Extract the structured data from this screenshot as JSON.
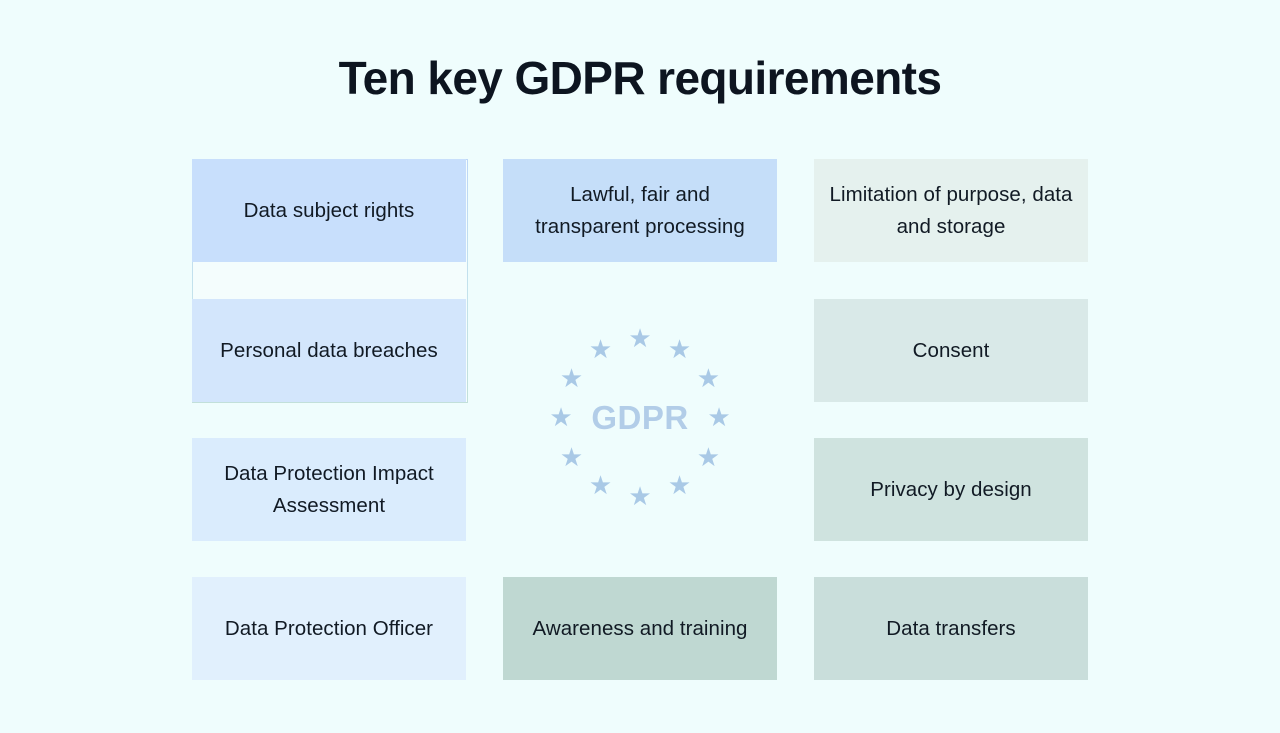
{
  "header": {
    "title": "Ten key GDPR requirements"
  },
  "canvas": {
    "background_color": "#effdfd",
    "title_color": "#0d1520",
    "label_color": "#111a24"
  },
  "center_logo": {
    "text": "GDPR",
    "star_count": 12,
    "star_glyph": "★",
    "star_color": "#a9c9e6",
    "text_color": "#b2cde8",
    "background_color": "#f4fdfd",
    "border_color_top": "#bdd7f7",
    "border_color_bottom": "#c2e0da"
  },
  "tiles": [
    {
      "id": "data-subject-rights",
      "label": "Data subject rights",
      "color": "#c8dffc",
      "column": "left",
      "row": 1
    },
    {
      "id": "lawful-fair-transparent",
      "label": "Lawful, fair and transparent processing",
      "color": "#c5def9",
      "column": "mid",
      "row": 1
    },
    {
      "id": "limitation-purpose-data-storage",
      "label": "Limitation of purpose, data and storage",
      "color": "#e5f1ee",
      "column": "right",
      "row": 1
    },
    {
      "id": "personal-data-breaches",
      "label": "Personal data breaches",
      "color": "#d3e6fc",
      "column": "left",
      "row": 2
    },
    {
      "id": "consent",
      "label": "Consent",
      "color": "#d9e9e8",
      "column": "right",
      "row": 2
    },
    {
      "id": "data-protection-impact-assessment",
      "label": "Data Protection Impact Assessment",
      "color": "#daecfd",
      "column": "left",
      "row": 3
    },
    {
      "id": "privacy-by-design",
      "label": "Privacy by design",
      "color": "#cfe3df",
      "column": "right",
      "row": 3
    },
    {
      "id": "data-protection-officer",
      "label": "Data Protection Officer",
      "color": "#e1f0fd",
      "column": "left",
      "row": 4
    },
    {
      "id": "awareness-and-training",
      "label": "Awareness and training",
      "color": "#bfd8d2",
      "column": "mid",
      "row": 4
    },
    {
      "id": "data-transfers",
      "label": "Data transfers",
      "color": "#c9dedb",
      "column": "right",
      "row": 4
    }
  ]
}
